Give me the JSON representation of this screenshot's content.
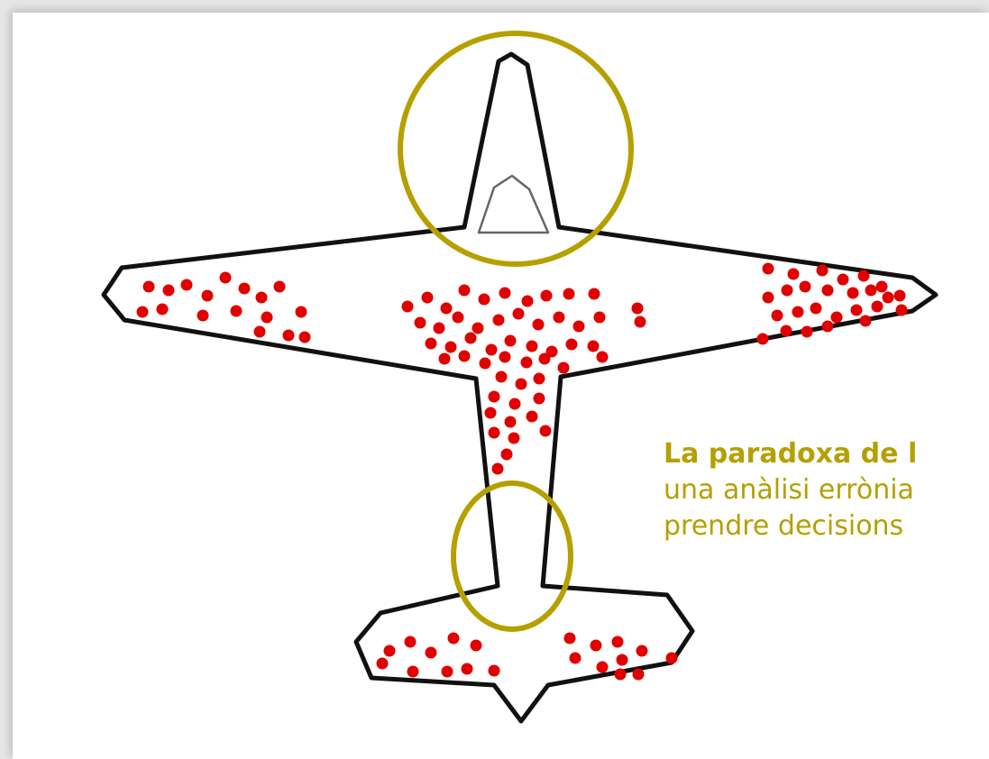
{
  "caption": {
    "title": "La paradoxa de l",
    "line1": "una anàlisi errònia",
    "line2": "prendre decisions"
  },
  "colors": {
    "accent": "#b5a000",
    "dot": "#e00000",
    "outline": "#111111"
  },
  "icons": {
    "plane": "airplane-outline-icon",
    "damage": "bullet-hole-dot-icon",
    "highlight": "highlight-circle-icon"
  }
}
